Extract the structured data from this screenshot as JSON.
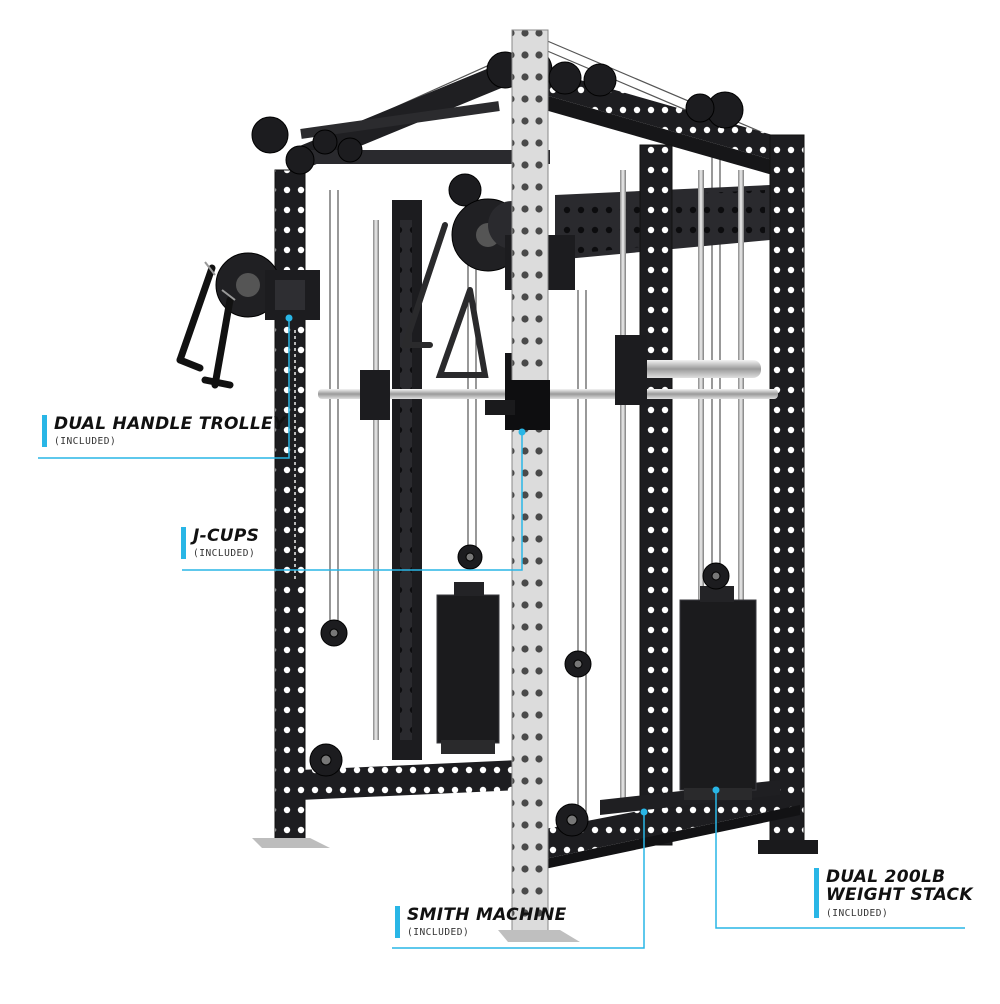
{
  "callouts": {
    "trolley": {
      "title": "DUAL HANDLE TROLLEY",
      "sub": "(INCLUDED)"
    },
    "jcups": {
      "title": "J-CUPS",
      "sub": "(INCLUDED)"
    },
    "smith": {
      "title": "SMITH MACHINE",
      "sub": "(INCLUDED)"
    },
    "stack": {
      "title_line1": "DUAL 200LB",
      "title_line2": "WEIGHT STACK",
      "sub": "(INCLUDED)"
    }
  },
  "colors": {
    "accent": "#29b6e6",
    "frame": "#1c1c1e",
    "upright_silver": "#d9d9d9",
    "bar_chrome": "#c8c8c8"
  }
}
